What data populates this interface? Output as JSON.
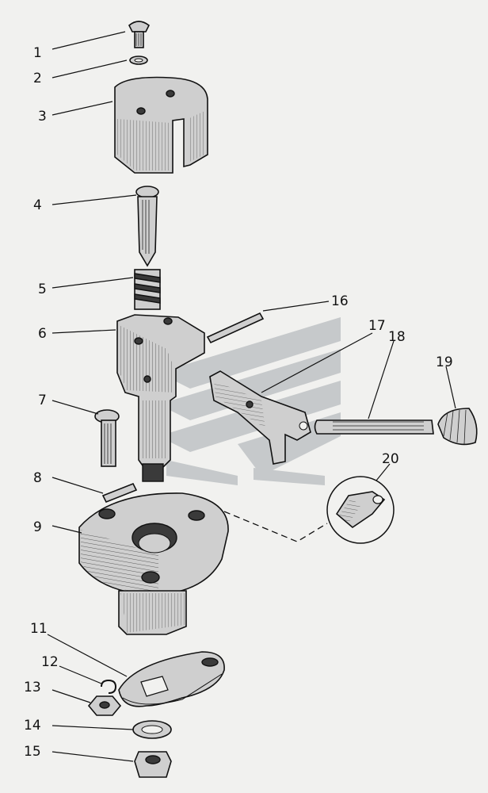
{
  "labels": [
    "1",
    "2",
    "3",
    "4",
    "5",
    "6",
    "7",
    "8",
    "9",
    "11",
    "12",
    "13",
    "14",
    "15",
    "16",
    "17",
    "18",
    "19",
    "20"
  ],
  "colors": {
    "background": "#f1f1ef",
    "ink": "#111111",
    "watermark": "#b8bcbf"
  },
  "watermark": {
    "type": "logo",
    "description": "grey chevron logo watermark"
  }
}
